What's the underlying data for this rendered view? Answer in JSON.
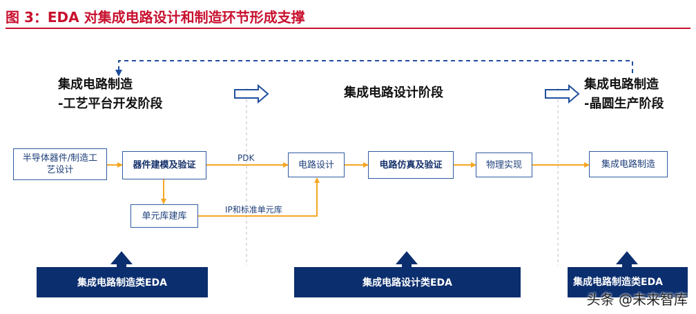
{
  "title": "图 3：EDA 对集成电路设计和制造环节形成支撑",
  "phases": {
    "left_line1": "集成电路制造",
    "left_line2": "-工艺平台开发阶段",
    "middle": "集成电路设计阶段",
    "right_line1": "集成电路制造",
    "right_line2": "-晶圆生产阶段"
  },
  "nodes": {
    "semiconductor_design": "半导体器件/制造工艺设计",
    "device_modeling": "器件建模及验证",
    "cell_library": "单元库建库",
    "circuit_design": "电路设计",
    "circuit_simulation": "电路仿真及验证",
    "physical_implementation": "物理实现",
    "ic_manufacturing": "集成电路制造"
  },
  "edges": {
    "pdk": "PDK",
    "ip_library": "IP和标准单元库"
  },
  "bars": {
    "manufacturing_eda": "集成电路制造类EDA",
    "design_eda": "集成电路设计类EDA",
    "manufacturing_eda_right": "集成电路制造类EDA"
  },
  "watermark": "头条 @未来智库",
  "colors": {
    "title_red": "#c8102e",
    "navy": "#0b2e6e",
    "box_border": "#2e5aa0",
    "arrow_orange": "#f5a623",
    "dashed_blue": "#1f4e9c"
  }
}
